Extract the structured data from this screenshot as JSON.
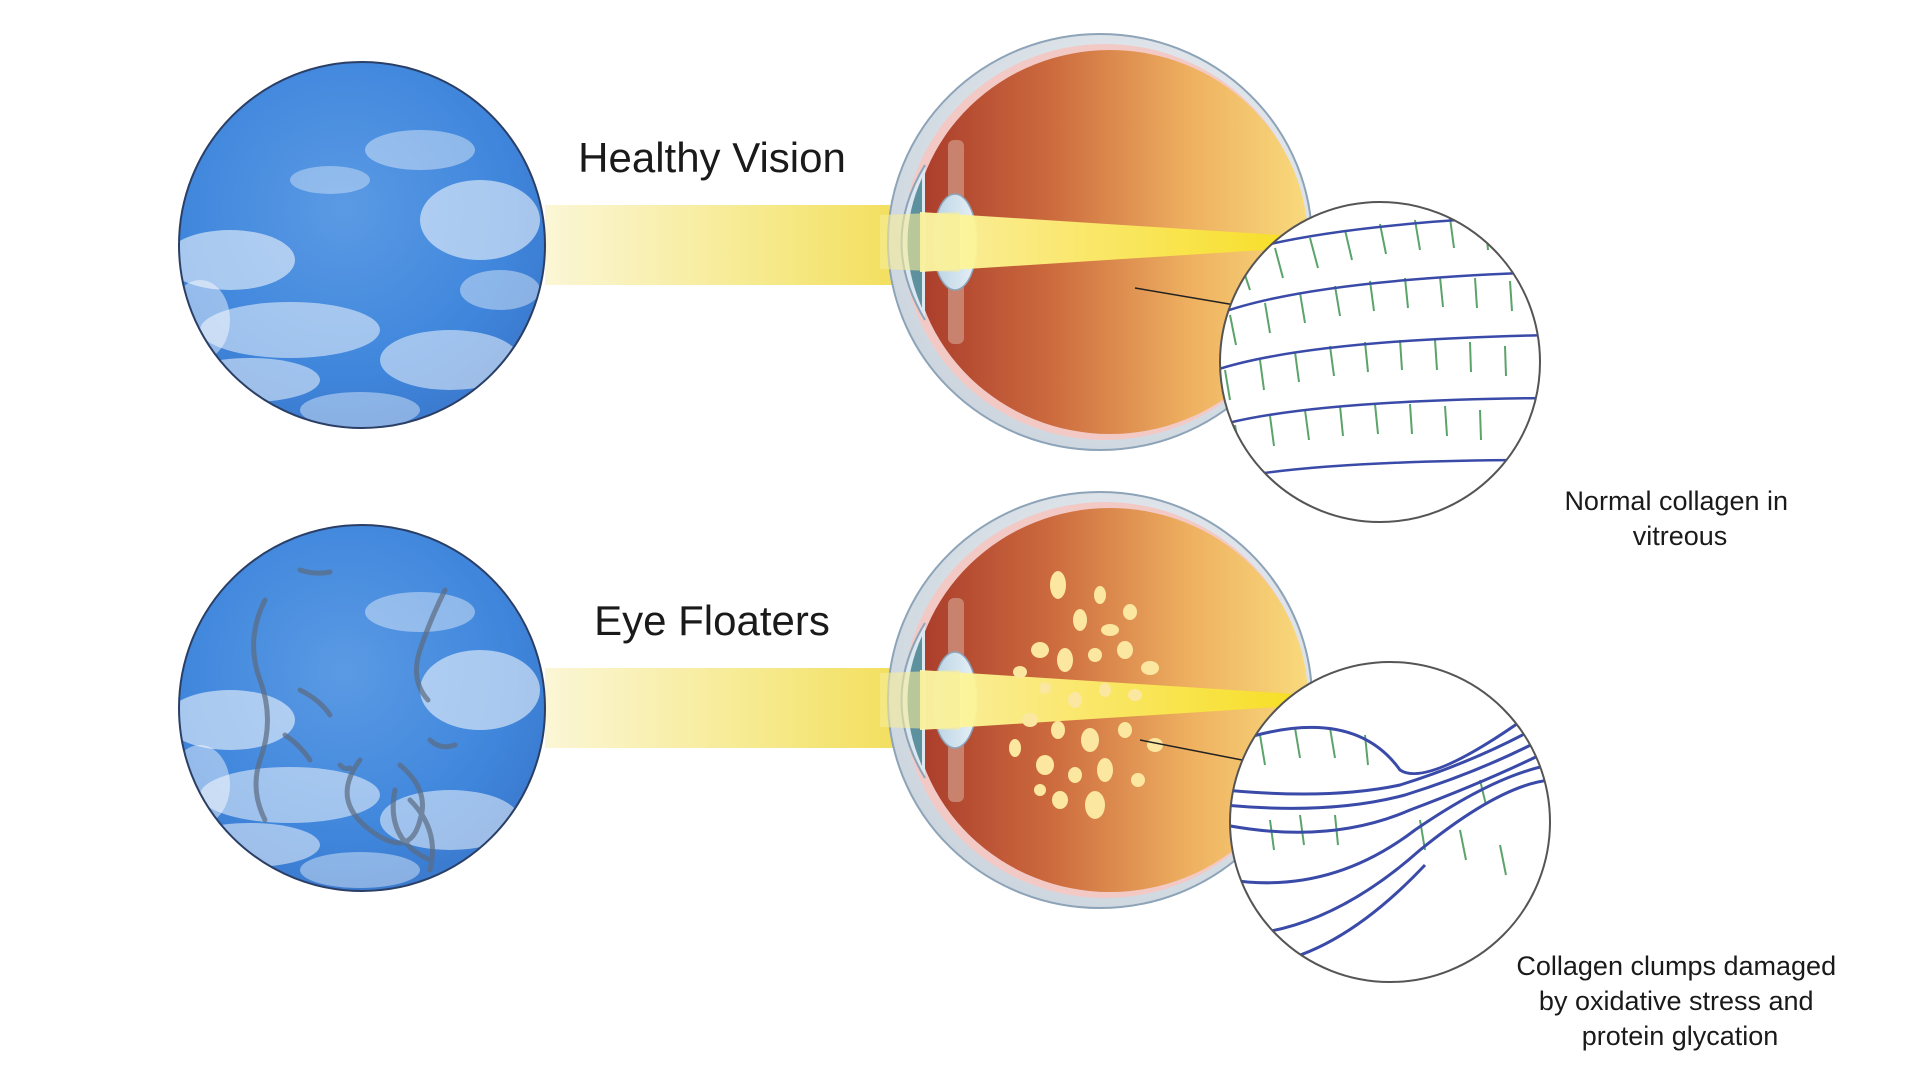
{
  "panels": {
    "healthy": {
      "title": "Healthy Vision",
      "caption_lines": [
        "Normal collagen in",
        "vitreous"
      ]
    },
    "floaters": {
      "title": "Eye Floaters",
      "caption_lines": [
        "Collagen clumps damaged",
        "by oxidative stress and",
        "protein glycation"
      ]
    }
  },
  "colors": {
    "sky_blue": "#3f86dc",
    "sky_light": "#8fc0f0",
    "light_beam": "#f6e76a",
    "vitreous_dark": "#b8452f",
    "vitreous_light": "#f8d77a",
    "collagen_blue": "#3a4aa8",
    "collagen_green": "#5aa36a",
    "floater_particle": "#fbe7a0"
  },
  "icons": {
    "view_healthy": "sky-view-icon",
    "view_floaters": "sky-view-with-floaters-icon",
    "eye": "eyeball-cross-section-icon",
    "magnifier": "magnified-collagen-icon"
  }
}
